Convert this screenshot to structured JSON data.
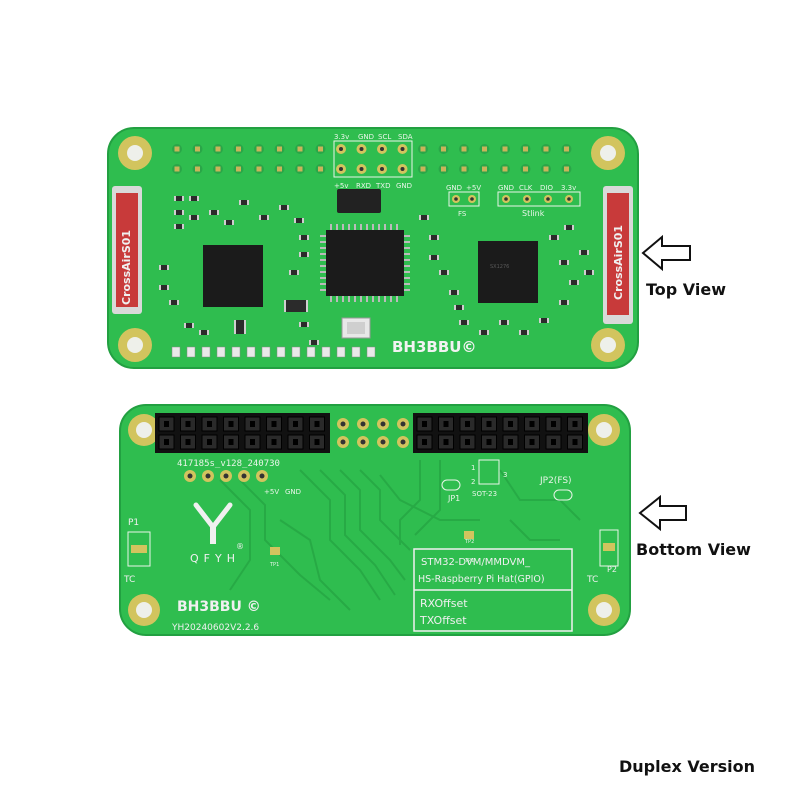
{
  "labels": {
    "top_view": "Top View",
    "bottom_view": "Bottom View",
    "version": "Duplex Version"
  },
  "top_board": {
    "header_top_labels": [
      "3.3v",
      "GND",
      "SCL",
      "SDA"
    ],
    "header_bottom_labels": [
      "+5v",
      "RXD",
      "TXD",
      "GND"
    ],
    "fs_labels": [
      "GND",
      "+5V"
    ],
    "fs_caption": "FS",
    "swd_labels": [
      "GND",
      "CLK",
      "DIO",
      "3.3v"
    ],
    "swd_caption": "Stlink",
    "antenna_text": "CrossAirS01",
    "brand": "BH3BBU©"
  },
  "bottom_board": {
    "model_text": "417185s_v128_240730",
    "pin_labels": [
      "+5V",
      "GND"
    ],
    "logo_letters": "QFYH",
    "logo_mark": "®",
    "brand": "BH3BBU ©",
    "version_code": "YH20240602V2.2.6",
    "p1": "P1",
    "tc_left": "TC",
    "tc_right": "TC",
    "p2": "P2",
    "tp1_a": "TP1",
    "tp1_b": "TP1",
    "tp2": "TP2",
    "jp1": "JP1",
    "jp2": "JP2(FS)",
    "sot": "SOT-23",
    "sot_pin1": "1",
    "sot_pin2": "2",
    "sot_pin3": "3",
    "box_line1": "STM32-DVM/MMDVM_",
    "box_line2": "HS-Raspberry Pi Hat(GPIO)",
    "box_line3": "RXOffset",
    "box_line4": "TXOffset"
  },
  "colors": {
    "pcb": "#2fbd4f",
    "pcb_dark": "#1e9a3b",
    "pad_gold": "#c9b45a",
    "chip": "#1b1b1b",
    "antenna": "#c83a3a"
  }
}
